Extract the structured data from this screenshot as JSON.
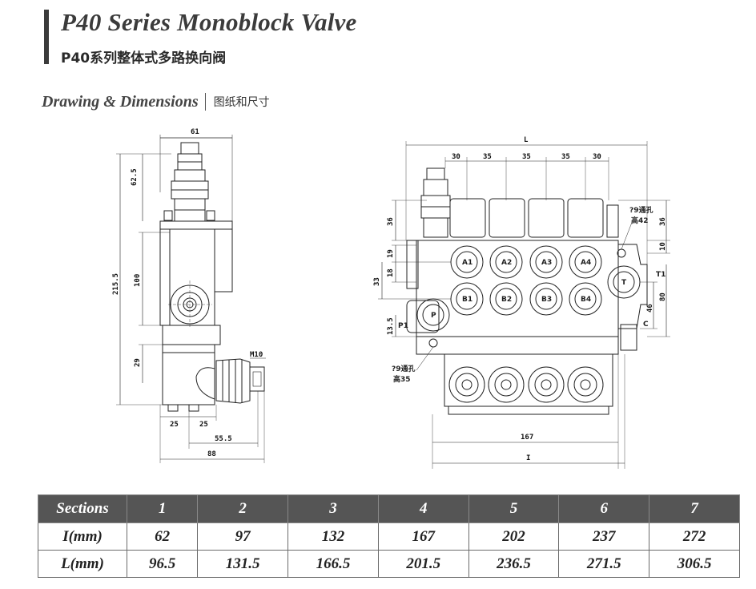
{
  "header": {
    "title_en": "P40 Series Monoblock Valve",
    "title_cn": "P40系列整体式多路换向阀"
  },
  "section": {
    "title_en": "Drawing & Dimensions",
    "title_cn": "图纸和尺寸"
  },
  "drawing_left": {
    "dims": {
      "top_width": "61",
      "top_height": "62.5",
      "total_height": "215.5",
      "mid_height": "100",
      "lower_height": "29",
      "bottom_25a": "25",
      "bottom_25b": "25",
      "offset_55": "55.5",
      "total_width": "88",
      "thread": "M10"
    }
  },
  "drawing_right": {
    "dims": {
      "overall": "L",
      "pitch_30a": "30",
      "pitch_35a": "35",
      "pitch_35b": "35",
      "pitch_35c": "35",
      "pitch_30b": "30",
      "left_36": "36",
      "right_36": "36",
      "right_10": "10",
      "left_19": "19",
      "left_18": "18",
      "left_33": "33",
      "left_13_5": "13.5",
      "right_46": "46",
      "right_80": "80",
      "bottom_167": "167",
      "bottom_I": "I",
      "hole_top": "?9通孔",
      "hole_top_h": "高42",
      "hole_bottom": "?9通孔",
      "hole_bottom_h": "高35"
    },
    "ports": {
      "a": [
        "A1",
        "A2",
        "A3",
        "A4"
      ],
      "b": [
        "B1",
        "B2",
        "B3",
        "B4"
      ],
      "p": "P",
      "p1": "P1",
      "t": "T",
      "t1": "T1",
      "c": "C"
    }
  },
  "table": {
    "headers": [
      "Sections",
      "1",
      "2",
      "3",
      "4",
      "5",
      "6",
      "7"
    ],
    "rows": [
      {
        "label": "I(mm)",
        "values": [
          "62",
          "97",
          "132",
          "167",
          "202",
          "237",
          "272"
        ]
      },
      {
        "label": "L(mm)",
        "values": [
          "96.5",
          "131.5",
          "166.5",
          "201.5",
          "236.5",
          "271.5",
          "306.5"
        ]
      }
    ]
  }
}
